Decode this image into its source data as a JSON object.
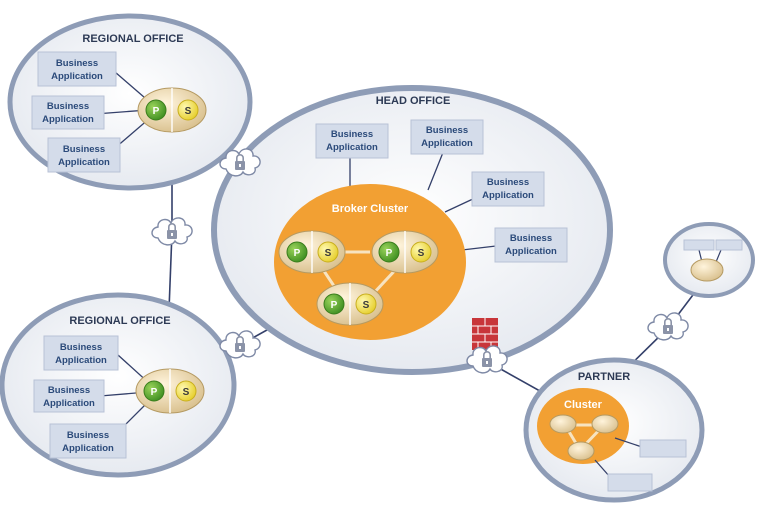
{
  "offices": {
    "regional_top": {
      "title": "REGIONAL OFFICE"
    },
    "regional_bottom": {
      "title": "REGIONAL OFFICE"
    },
    "head": {
      "title": "HEAD OFFICE",
      "cluster_label": "Broker Cluster"
    },
    "partner": {
      "title": "PARTNER",
      "cluster_label": "Cluster"
    }
  },
  "app_label": {
    "line1": "Business",
    "line2": "Application"
  },
  "node_labels": {
    "primary": "P",
    "secondary": "S"
  },
  "colors": {
    "office_fill": "#e9ecf2",
    "office_border": "#8e9cb6",
    "cluster_orange": "#f2a033",
    "app_box": "#d4dcea",
    "primary_green": "#5aaa2e",
    "secondary_yellow": "#f1e04d",
    "link_line": "#34406a",
    "firewall": "#c8363a"
  },
  "icons": [
    "lock-icon",
    "cloud-icon",
    "firewall-icon"
  ]
}
